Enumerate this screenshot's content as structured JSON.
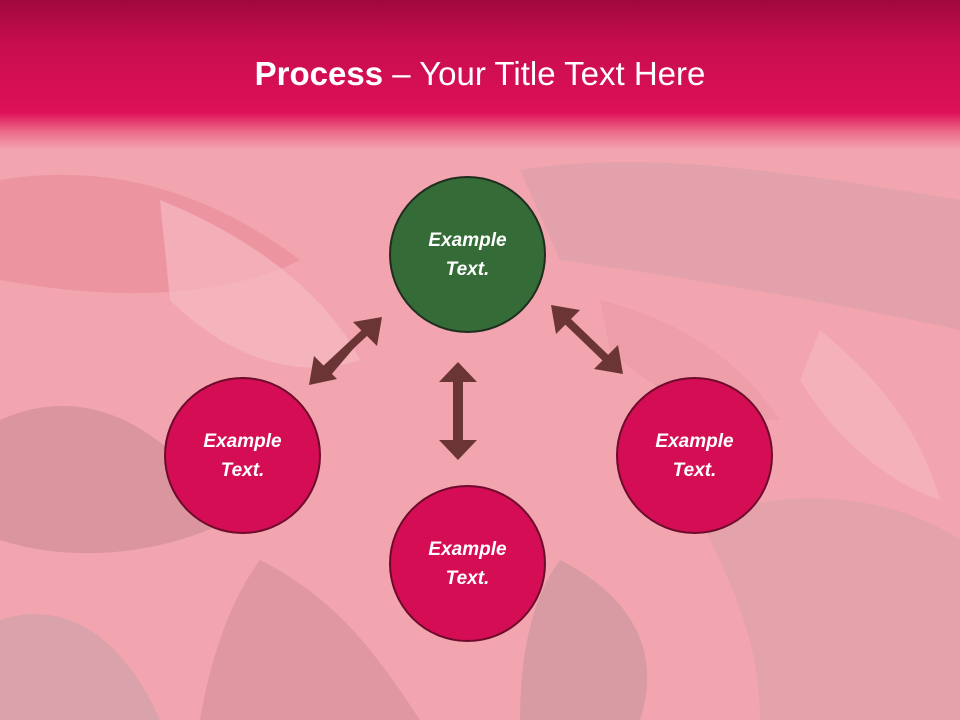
{
  "slide": {
    "title_bold": "Process",
    "title_rest": " – Your Title Text Here"
  },
  "diagram": {
    "nodes": {
      "center": {
        "line1": "Example",
        "line2": "Text."
      },
      "left": {
        "line1": "Example",
        "line2": "Text."
      },
      "right": {
        "line1": "Example",
        "line2": "Text."
      },
      "bottom": {
        "line1": "Example",
        "line2": "Text."
      }
    },
    "arrows": [
      "double-arrow-left",
      "double-arrow-vertical",
      "double-arrow-right"
    ]
  },
  "colors": {
    "header": "#de1058",
    "background": "#f3a4ad",
    "center_node": "#356b36",
    "outer_node": "#d40d55",
    "arrow": "#6b3535"
  }
}
